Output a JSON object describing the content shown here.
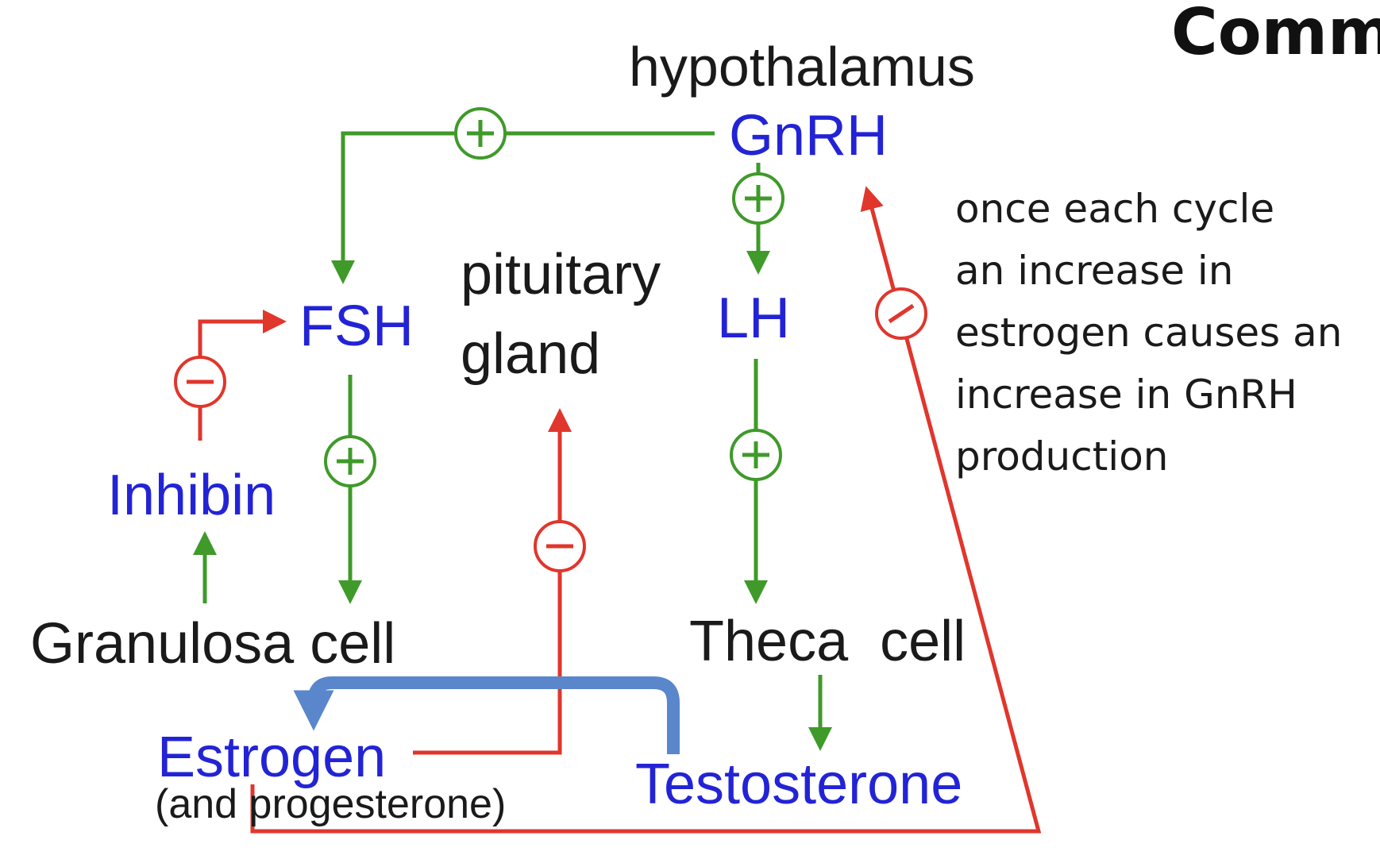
{
  "title": "Comm",
  "labels": {
    "hypothalamus": "hypothalamus",
    "gnrh": "GnRH",
    "fsh": "FSH",
    "lh": "LH",
    "pituitary_line1": "pituitary",
    "pituitary_line2": "gland",
    "inhibin": "Inhibin",
    "granulosa": "Granulosa cell",
    "theca": "Theca  cell",
    "estrogen": "Estrogen",
    "progesterone": "(and progesterone)",
    "testosterone": "Testosterone"
  },
  "note": {
    "lines": [
      "once each cycle",
      "an increase in",
      "estrogen causes an",
      "increase in GnRH",
      "production"
    ]
  },
  "colors": {
    "stimulate": "#3f9a2a",
    "inhibit": "#e0362c",
    "conversion": "#5a86cc",
    "hormone_text": "#2323d6"
  }
}
